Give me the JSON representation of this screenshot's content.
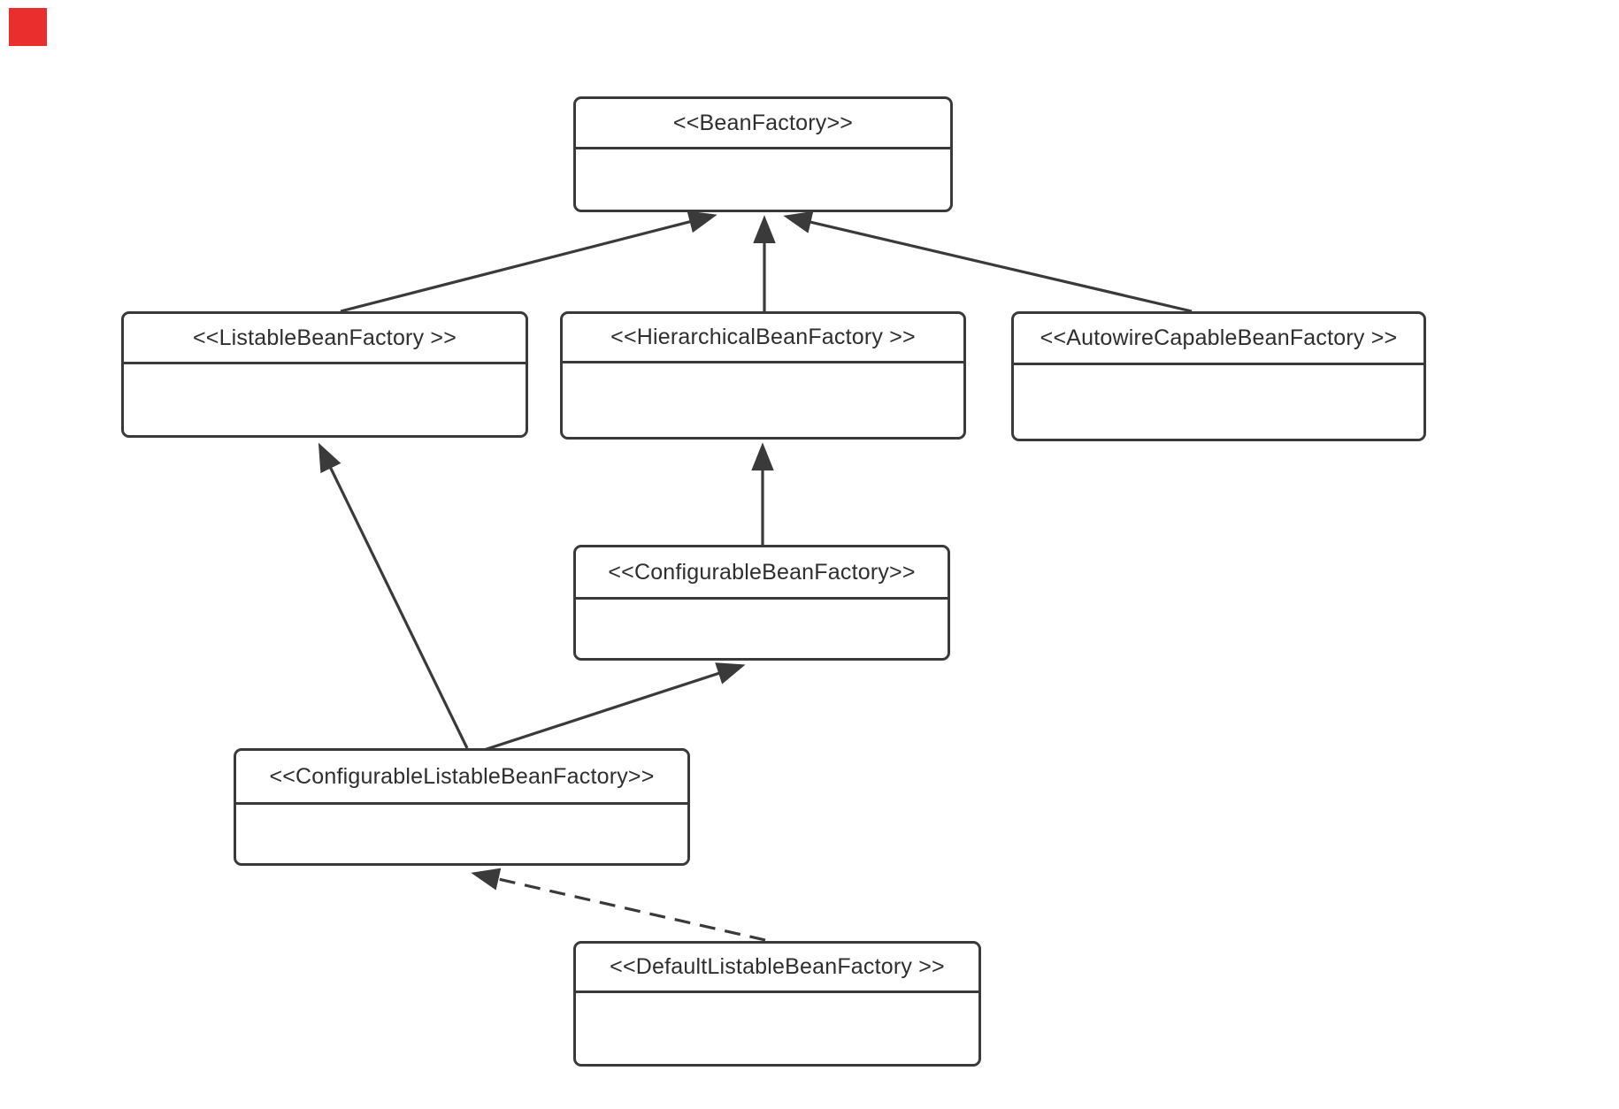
{
  "diagram": {
    "kind": "uml-class-diagram",
    "subject": "Spring BeanFactory interface hierarchy",
    "colors": {
      "background": "#ffffff",
      "line": "#3a3a3a",
      "text": "#2e2e2e",
      "box_fill": "#ffffff",
      "corner_marker": "#ea2e2e"
    },
    "nodes": [
      {
        "id": "bean-factory",
        "label": "<<BeanFactory>>"
      },
      {
        "id": "listable-bean-factory",
        "label": "<<ListableBeanFactory >>"
      },
      {
        "id": "hierarchical-bean-factory",
        "label": "<<HierarchicalBeanFactory >>"
      },
      {
        "id": "autowire-capable-bean-factory",
        "label": "<<AutowireCapableBeanFactory >>"
      },
      {
        "id": "configurable-bean-factory",
        "label": "<<ConfigurableBeanFactory>>"
      },
      {
        "id": "configurable-listable-bean-factory",
        "label": "<<ConfigurableListableBeanFactory>>"
      },
      {
        "id": "default-listable-bean-factory",
        "label": "<<DefaultListableBeanFactory >>"
      }
    ],
    "edges": [
      {
        "from": "ListableBeanFactory",
        "to": "BeanFactory",
        "type": "solid-arrow"
      },
      {
        "from": "HierarchicalBeanFactory",
        "to": "BeanFactory",
        "type": "solid-arrow"
      },
      {
        "from": "AutowireCapableBeanFactory",
        "to": "BeanFactory",
        "type": "solid-arrow"
      },
      {
        "from": "ConfigurableListableBeanFactory",
        "to": "ListableBeanFactory",
        "type": "solid-arrow"
      },
      {
        "from": "ConfigurableListableBeanFactory",
        "to": "ConfigurableBeanFactory",
        "type": "solid-arrow"
      },
      {
        "from": "ConfigurableBeanFactory",
        "to": "HierarchicalBeanFactory",
        "type": "solid-arrow"
      },
      {
        "from": "DefaultListableBeanFactory",
        "to": "ConfigurableListableBeanFactory",
        "type": "dashed-arrow"
      }
    ]
  }
}
